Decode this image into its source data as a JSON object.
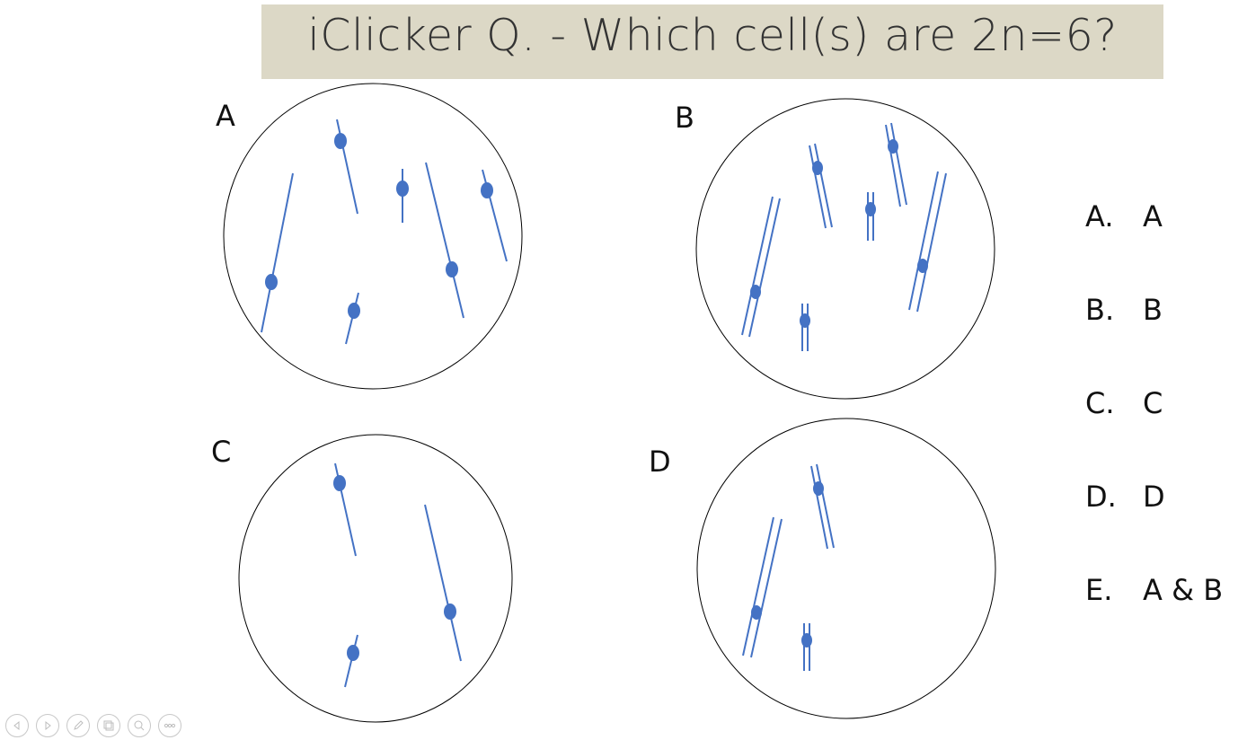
{
  "title": "iClicker Q. - Which cell(s) are 2n=6?",
  "cells": [
    {
      "label": "A"
    },
    {
      "label": "B"
    },
    {
      "label": "C"
    },
    {
      "label": "D"
    }
  ],
  "choices": [
    {
      "letter": "A.",
      "text": "A"
    },
    {
      "letter": "B.",
      "text": "B"
    },
    {
      "letter": "C.",
      "text": "C"
    },
    {
      "letter": "D.",
      "text": "D"
    },
    {
      "letter": "E.",
      "text": "A & B"
    }
  ],
  "nav_icons": [
    "prev-icon",
    "next-icon",
    "pen-icon",
    "slides-icon",
    "zoom-icon",
    "more-icon"
  ],
  "colors": {
    "title_bg": "#dcd8c6",
    "chromosome": "#4472c4"
  }
}
